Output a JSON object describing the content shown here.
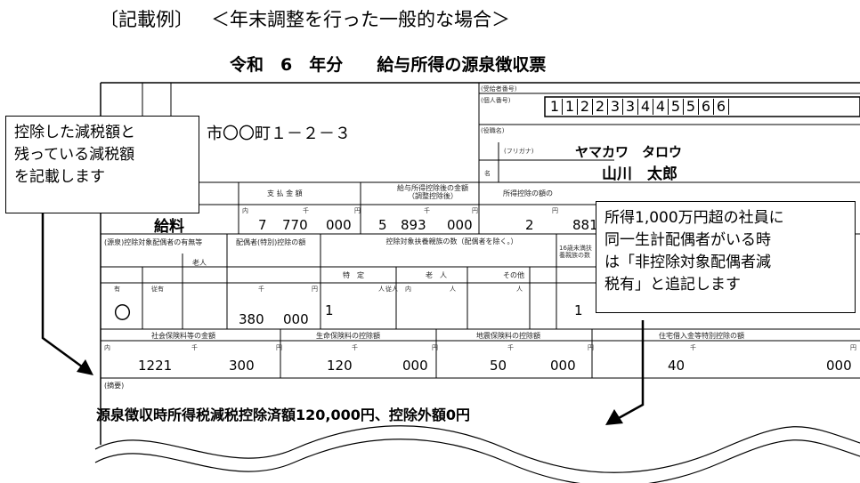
{
  "heading": {
    "bracket_label": "〔記載例〕",
    "title": "＜年末調整を行った一般的な場合＞"
  },
  "doc_title": {
    "era": "令和",
    "year": "6",
    "suffix": "年分",
    "name": "給与所得の源泉徴収票"
  },
  "recipient": {
    "address": "市〇〇町１－２－３",
    "furigana_label": "(フリガナ)",
    "furigana": "ヤマカワ　タロウ",
    "name": "山川　太郎",
    "receiver_number_label": "(受給者番号)",
    "personal_number_label": "(個人番号)",
    "position_label": "(役職名)",
    "name_label": "名",
    "personal_number_digits": [
      "1",
      "1",
      "2",
      "2",
      "3",
      "3",
      "4",
      "4",
      "5",
      "5",
      "6",
      "6"
    ]
  },
  "income_row": {
    "type": "給料",
    "payment_unit_1": "7",
    "payment_unit_2": "770",
    "payment_unit_3": "000",
    "after_deduction_1": "5",
    "after_deduction_2": "893",
    "after_deduction_3": "000",
    "deduction_total_1": "2",
    "deduction_total_2": "881",
    "payment_label": "支 払 金 額",
    "after_deduction_label": "給与所得控除後の金額（調整控除後）",
    "deduction_label": "所得控除の額の"
  },
  "spouse_row": {
    "spouse_label": "(源泉)控除対象配偶者の有無等",
    "elderly_label": "老人",
    "has_label": "有",
    "subordinate_label": "従有",
    "spouse_deduction_label": "配偶者(特別)控除の額",
    "dependents_label": "控除対象扶養親族の数（配偶者を除く。）",
    "specific_label": "特　定",
    "elderly2_label": "老　人",
    "other_label": "その他",
    "mark": "〇",
    "spouse_deduction_1": "380",
    "spouse_deduction_2": "000",
    "specific_count": "1",
    "other_count": "1",
    "under16_label": "16歳未満扶養親族の数"
  },
  "insurance_row": {
    "social_label": "社会保険料等の金額",
    "life_label": "生命保険料の控除額",
    "earthquake_label": "地震保険料の控除額",
    "housing_label": "住宅借入金等特別控除の額",
    "social_1": "1221",
    "social_2": "300",
    "life_1": "120",
    "life_2": "000",
    "earthquake_1": "50",
    "earthquake_2": "000",
    "housing_1": "40",
    "housing_2": "000"
  },
  "remarks": {
    "label": "(摘要)",
    "text": "源泉徴収時所得税減税控除済額120,000円、控除外額0円"
  },
  "callout_left": {
    "lines": [
      "控除した減税額と",
      "残っている減税額",
      "を記載します"
    ]
  },
  "callout_right": {
    "lines": [
      "所得1,000万円超の社員に",
      "同一生計配偶者がいる時",
      "は「非控除対象配偶者減",
      "税有」と追記します"
    ]
  },
  "units": {
    "thousand": "千",
    "yen": "円",
    "people": "人",
    "persons_sub": "従人",
    "inner": "内"
  }
}
